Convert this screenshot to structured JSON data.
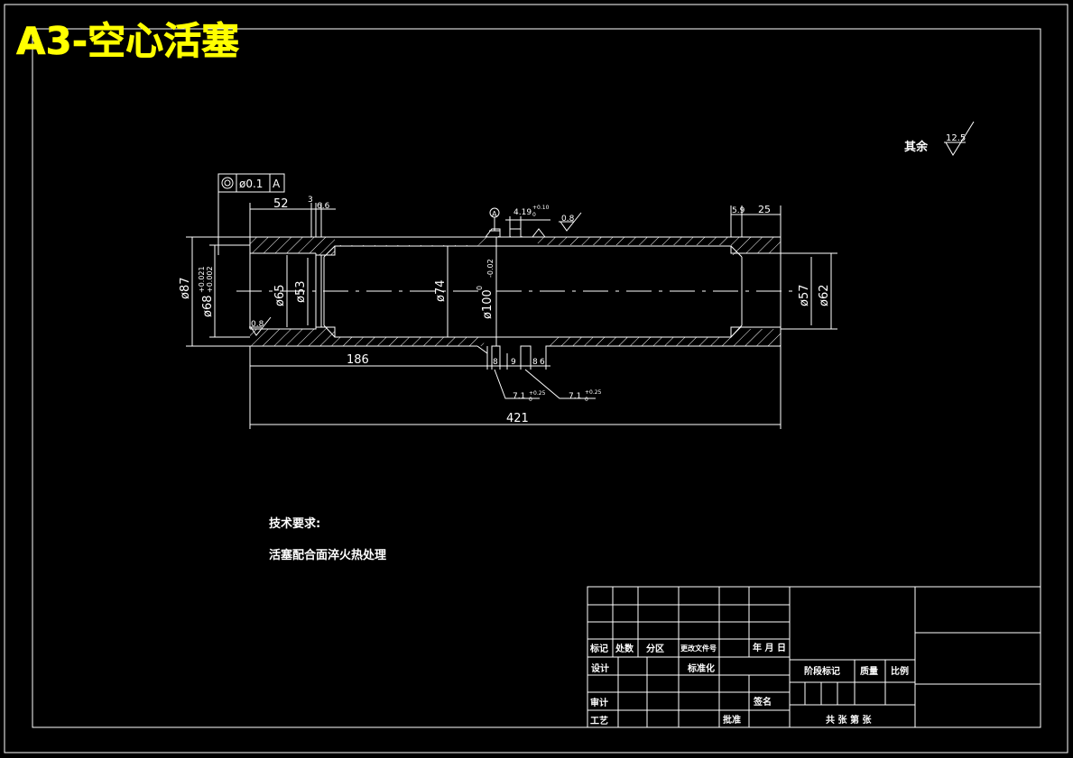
{
  "title": "A3-空心活塞",
  "roughness_note": {
    "label": "其余",
    "value": "12.5"
  },
  "tolerance_frame": {
    "symbol": "◎",
    "value": "ø0.1",
    "datum": "A"
  },
  "datum_label": "A",
  "dimensions": {
    "len_52": "52",
    "len_3": "3",
    "len_6_6": "6.6",
    "len_5_9": "5.9",
    "len_25": "25",
    "len_186": "186",
    "len_421": "421",
    "groove_8a": "8",
    "groove_9": "9",
    "groove_8b": "8",
    "groove_6": "6",
    "groove_top": "4.19",
    "groove_top_tol": "+0.10",
    "groove_top_tol2": "0",
    "groove_b1": "7.1",
    "groove_b1_tol": "+0.25",
    "groove_b1_tol2": "0",
    "groove_b2": "7.1",
    "groove_b2_tol": "+0.25",
    "groove_b2_tol2": "0",
    "d87": "ø87",
    "d68": "ø68",
    "d68_tol_up": "+0.021",
    "d68_tol_lo": "+0.002",
    "d65": "ø65",
    "d53": "ø53",
    "d74": "ø74",
    "d100": "ø100",
    "d100_tol_up": "0",
    "d100_tol_lo": "-0.02",
    "d57": "ø57",
    "d62": "ø62",
    "rough_08a": "0.8",
    "rough_08b": "0.8"
  },
  "tech_req": {
    "heading": "技术要求:",
    "line1": "活塞配合面淬火热处理"
  },
  "title_block": {
    "biaoji": "标记",
    "chushu": "处数",
    "fenqu": "分区",
    "gengai": "更改文件号",
    "nianyueri": "年 月 日",
    "sheji": "设计",
    "biaozhunhua": "标准化",
    "shenhe": "审计",
    "gongyi": "工艺",
    "pizhun": "批准",
    "qianming": "签名",
    "jieduan": "阶段标记",
    "zhiliang": "质量",
    "bili": "比例",
    "gong_zhang": "共  张  第  张"
  }
}
